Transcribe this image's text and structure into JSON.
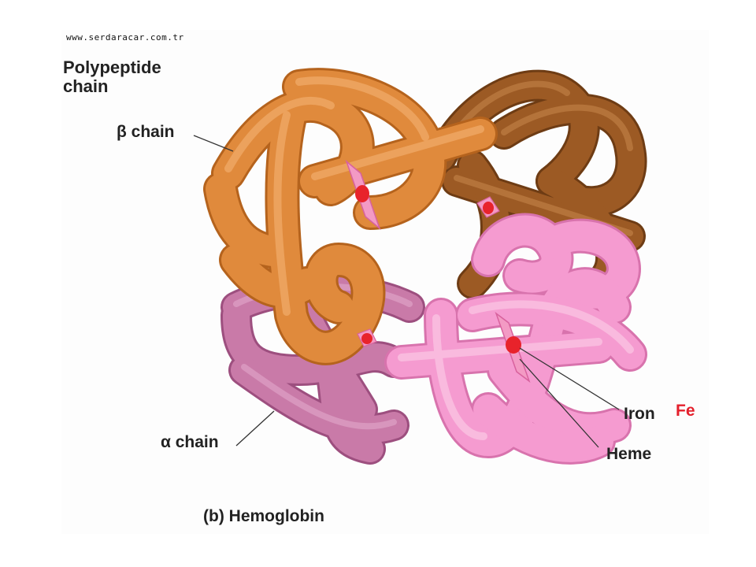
{
  "watermark": "www.serdaracar.com.tr",
  "heading": {
    "line1": "Polypeptide",
    "line2": "chain"
  },
  "labels": {
    "beta_chain": "β chain",
    "alpha_chain": "α chain",
    "iron": "Iron",
    "fe": "Fe",
    "heme": "Heme"
  },
  "caption": "(b) Hemoglobin",
  "colors": {
    "beta_chain_front": "#e08a3c",
    "beta_chain_back": "#9c5a24",
    "alpha_chain_back": "#c97aa8",
    "alpha_chain_front": "#f59bd0",
    "heme_plane": "#f39ac4",
    "iron": "#e8232b",
    "fe_label": "#e4202c"
  }
}
